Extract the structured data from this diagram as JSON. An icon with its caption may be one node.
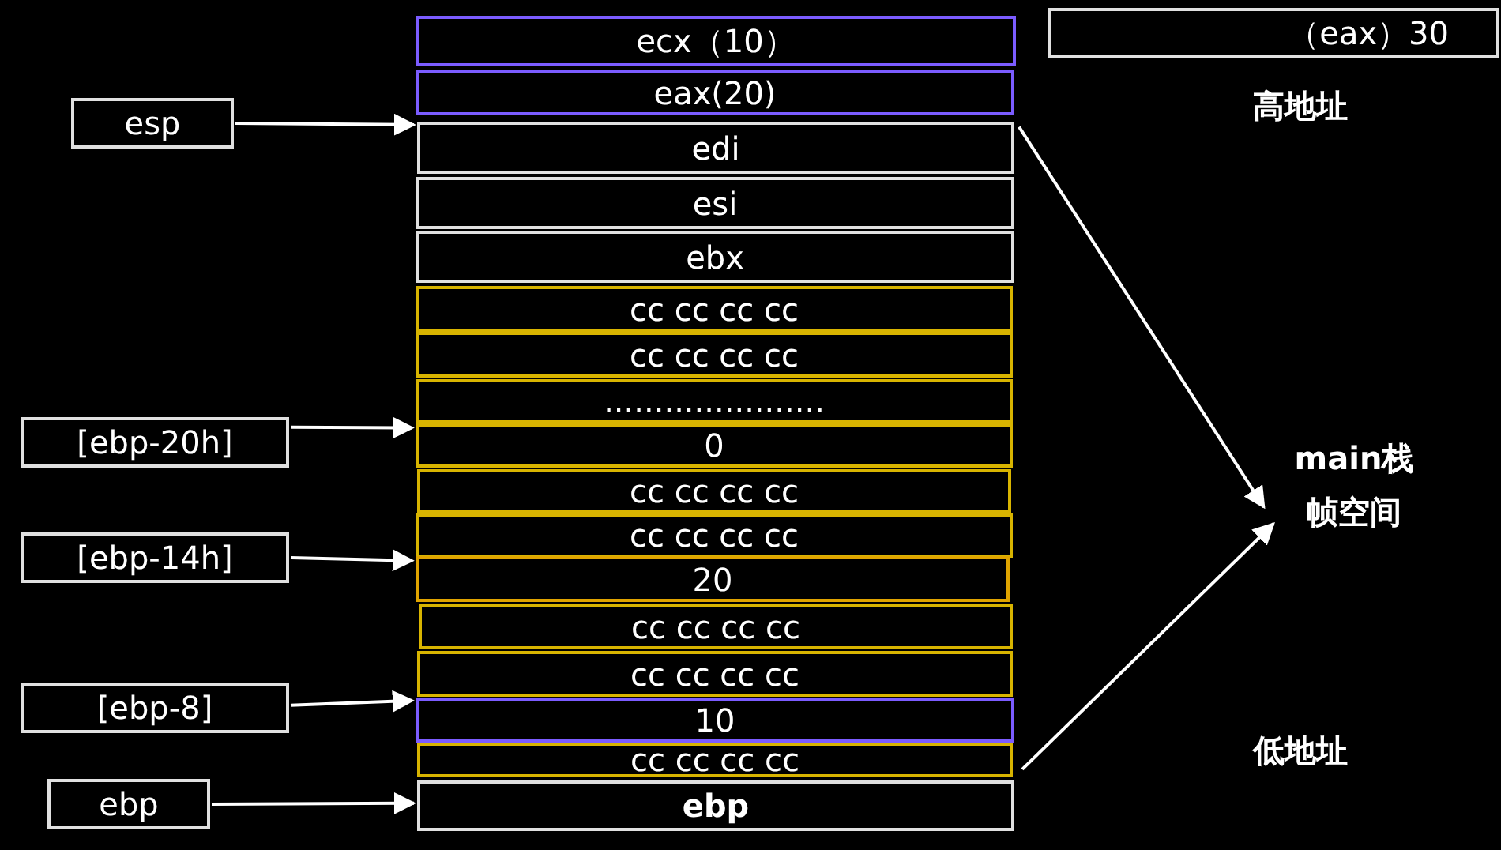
{
  "diagram": {
    "nodes": [
      {
        "text": [
          "ecx（10）"
        ]
      },
      {
        "text": [
          "eax(20)"
        ]
      },
      {
        "text": [
          "edi"
        ]
      },
      {
        "text": [
          "esi"
        ]
      },
      {
        "text": [
          "ebx"
        ]
      },
      {
        "text": [
          "cc cc cc cc"
        ]
      },
      {
        "text": [
          "cc cc cc cc"
        ]
      },
      {
        "text": [
          "......................"
        ]
      },
      {
        "text": [
          "0"
        ]
      },
      {
        "text": [
          "cc cc cc cc"
        ]
      },
      {
        "text": [
          "cc cc cc cc"
        ]
      },
      {
        "text": [
          "20"
        ]
      },
      {
        "text": [
          "cc cc cc cc"
        ]
      },
      {
        "text": [
          "cc cc cc cc"
        ]
      },
      {
        "text": [
          "10"
        ]
      },
      {
        "text": [
          "cc cc cc cc"
        ]
      },
      {
        "text": [
          "ebp"
        ]
      },
      {
        "text": [
          "（eax）30"
        ]
      },
      {
        "text": [
          "esp"
        ]
      },
      {
        "text": [
          "[ebp-20h]"
        ]
      },
      {
        "text": [
          "[ebp-14h]"
        ]
      },
      {
        "text": [
          "[ebp-8]"
        ]
      },
      {
        "text": [
          "ebp"
        ]
      },
      {
        "text": [
          "main栈帧空间"
        ]
      }
    ],
    "edges": [
      {
        "from": 18,
        "to": 2,
        "arrow": "to"
      },
      {
        "from": 19,
        "to": 8,
        "arrow": "to"
      },
      {
        "from": 20,
        "to": 11,
        "arrow": "to"
      },
      {
        "from": 21,
        "to": 14,
        "arrow": "to"
      },
      {
        "from": 22,
        "to": 16,
        "arrow": "to"
      },
      {
        "from": 2,
        "to": 23,
        "arrow": "to"
      },
      {
        "from": 15,
        "to": 23,
        "arrow": "to"
      }
    ],
    "labels": [
      "高地址",
      "低地址"
    ]
  }
}
